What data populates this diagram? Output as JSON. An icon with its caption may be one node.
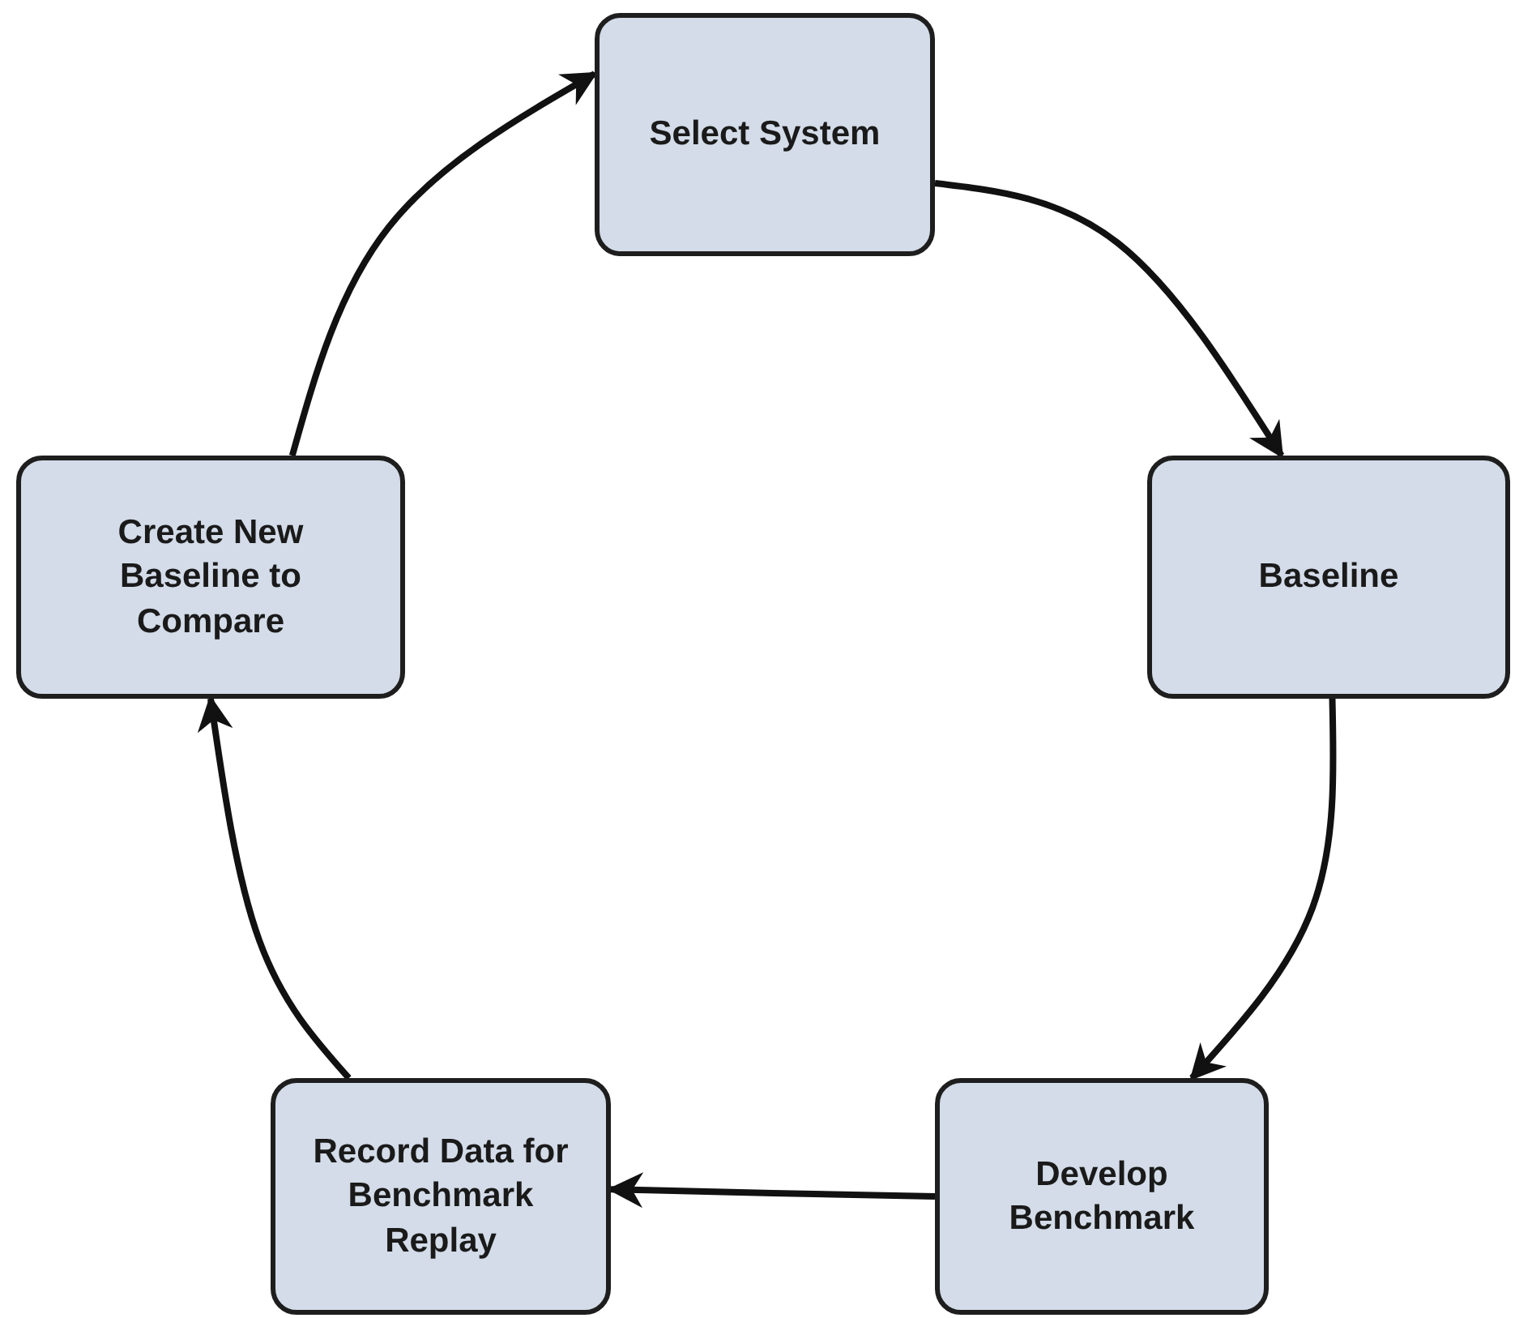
{
  "diagram": {
    "nodes": [
      {
        "text": [
          "Select System"
        ]
      },
      {
        "text": [
          "Baseline"
        ]
      },
      {
        "text": [
          "Develop Benchmark"
        ]
      },
      {
        "text": [
          "Record Data for Benchmark Replay"
        ]
      },
      {
        "text": [
          "Create New Baseline to Compare"
        ]
      }
    ],
    "edges": [
      {
        "from": 0,
        "to": 1,
        "arrow": "to"
      },
      {
        "from": 1,
        "to": 2,
        "arrow": "to"
      },
      {
        "from": 2,
        "to": 3,
        "arrow": "to"
      },
      {
        "from": 3,
        "to": 4,
        "arrow": "to"
      },
      {
        "from": 4,
        "to": 0,
        "arrow": "to"
      }
    ]
  }
}
